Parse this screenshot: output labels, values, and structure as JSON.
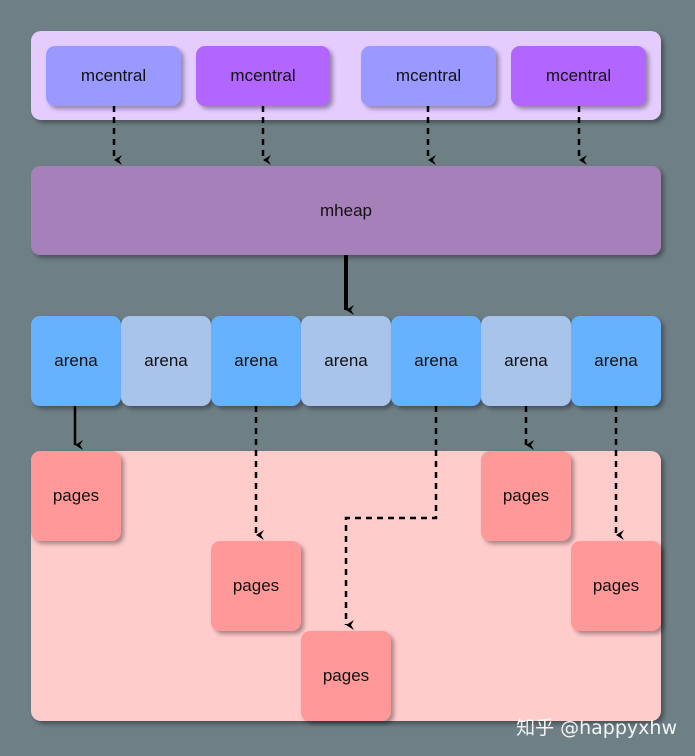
{
  "mcentrals": [
    {
      "label": "mcentral",
      "color": "#9999ff"
    },
    {
      "label": "mcentral",
      "color": "#b266ff"
    },
    {
      "label": "mcentral",
      "color": "#9999ff"
    },
    {
      "label": "mcentral",
      "color": "#b266ff"
    }
  ],
  "mheap": {
    "label": "mheap",
    "color": "#a680b8"
  },
  "arenas": [
    {
      "label": "arena",
      "color": "#66b2ff"
    },
    {
      "label": "arena",
      "color": "#a9c4eb"
    },
    {
      "label": "arena",
      "color": "#66b2ff"
    },
    {
      "label": "arena",
      "color": "#a9c4eb"
    },
    {
      "label": "arena",
      "color": "#66b2ff"
    },
    {
      "label": "arena",
      "color": "#a9c4eb"
    },
    {
      "label": "arena",
      "color": "#66b2ff"
    }
  ],
  "pages": [
    {
      "label": "pages"
    },
    {
      "label": "pages"
    },
    {
      "label": "pages"
    },
    {
      "label": "pages"
    },
    {
      "label": "pages"
    }
  ],
  "colors": {
    "background": "#6f7f86",
    "mcentral_panel": "#e5ccff",
    "pages_panel": "#ffcccc",
    "pages_box": "#ff9999"
  },
  "watermark": "知乎 @happyxhw"
}
